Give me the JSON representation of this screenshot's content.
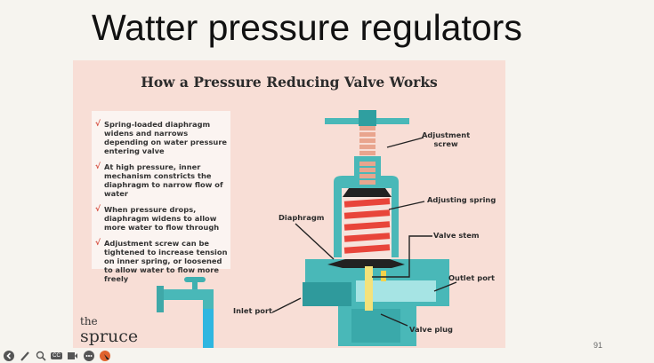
{
  "slide": {
    "title": "Watter pressure regulators",
    "page_number": "91"
  },
  "card": {
    "title": "How a Pressure Reducing Valve Works",
    "bullets": [
      "Spring-loaded diaphragm widens and narrows depending on water pressure entering valve",
      "At high pressure, inner mechanism constricts the diaphragm to narrow flow of water",
      "When pressure drops, diaphragm widens to allow more water to flow through",
      "Adjustment screw can be tightened to increase tension on inner spring, or loosened to allow water to flow more freely"
    ],
    "check_glyph": "√",
    "labels": {
      "adjustment_screw_1": "Adjustment",
      "adjustment_screw_2": "screw",
      "adjusting_spring": "Adjusting spring",
      "diaphragm": "Diaphragm",
      "valve_stem": "Valve stem",
      "outlet_port": "Outlet port",
      "inlet_port": "Inlet port",
      "valve_plug": "Valve plug"
    },
    "logo": {
      "line1": "the",
      "line2": "spruce"
    }
  },
  "toolbar": {
    "icons": [
      "back-icon",
      "pen-icon",
      "zoom-icon",
      "captions-icon",
      "camera-icon",
      "more-icon",
      "pointer-icon"
    ],
    "cc": "CC"
  },
  "colors": {
    "teal": "#49b8b8",
    "pink": "#f8ded6",
    "red": "#e8453a"
  }
}
